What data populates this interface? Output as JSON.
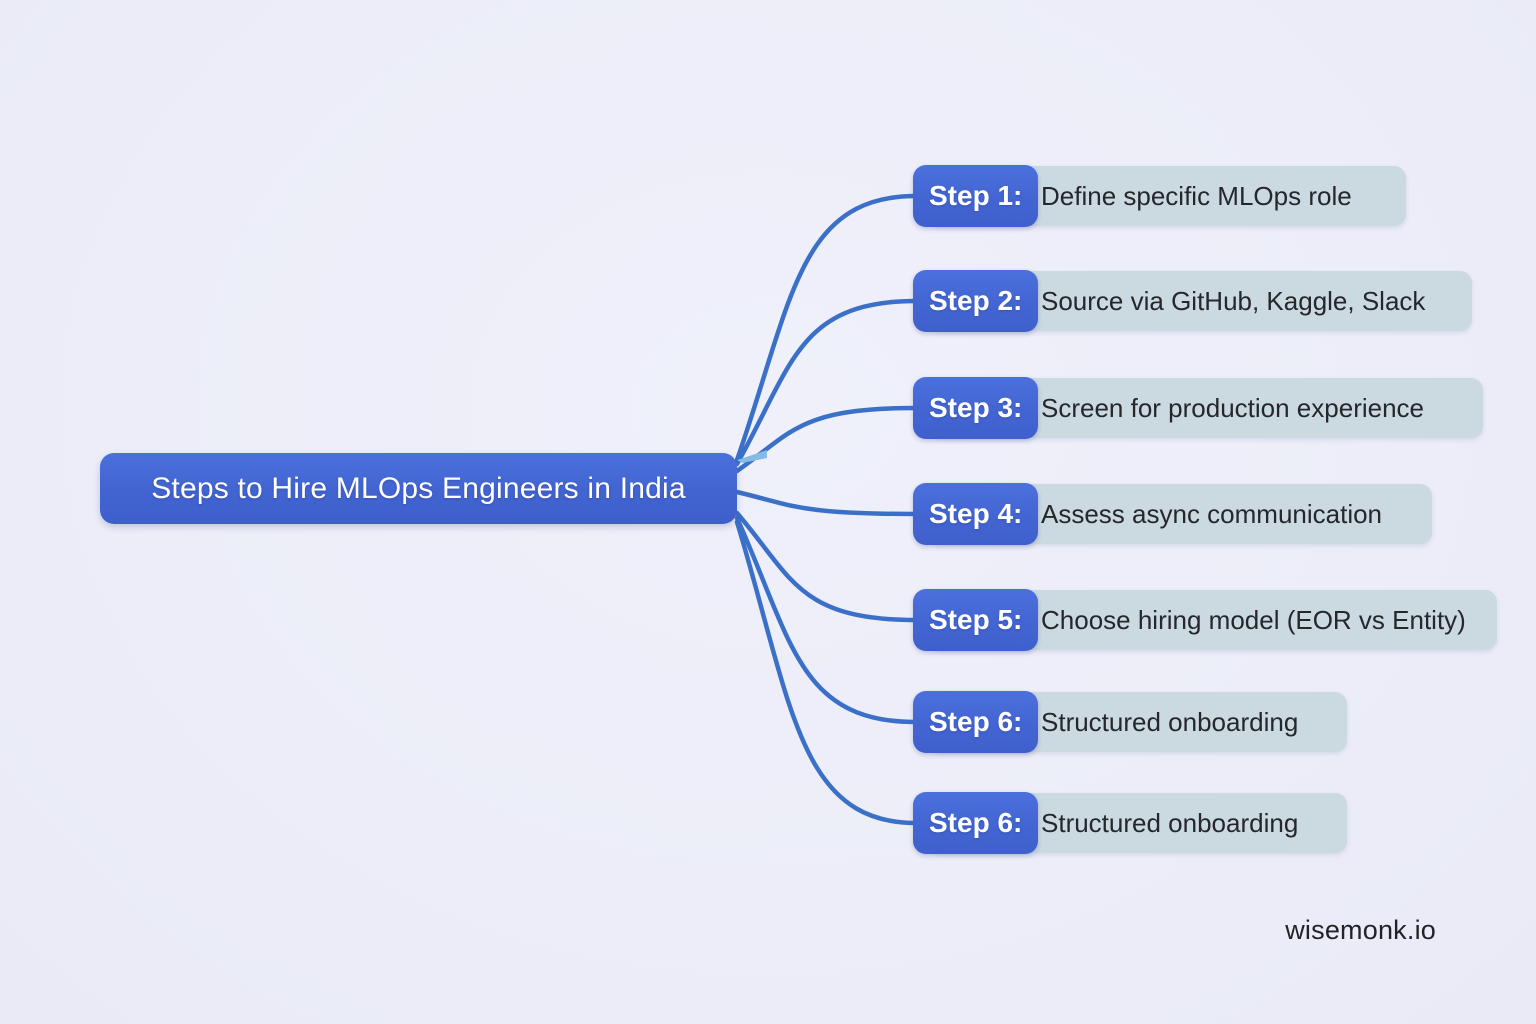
{
  "root": {
    "label": "Steps to Hire MLOps Engineers in India"
  },
  "steps": [
    {
      "badge": "Step 1:",
      "label": "Define specific MLOps role"
    },
    {
      "badge": "Step 2:",
      "label": "Source via GitHub, Kaggle, Slack"
    },
    {
      "badge": "Step 3:",
      "label": "Screen for production experience"
    },
    {
      "badge": "Step 4:",
      "label": "Assess async communication"
    },
    {
      "badge": "Step 5:",
      "label": "Choose hiring model (EOR vs Entity)"
    },
    {
      "badge": "Step 6:",
      "label": "Structured onboarding"
    },
    {
      "badge": "Step 6:",
      "label": "Structured onboarding"
    }
  ],
  "watermark": "wisemonk.io",
  "colors": {
    "background": "#ecedf8",
    "node_blue": "#4467d4",
    "panel_gray_blue": "#cbd9e1",
    "connector_blue": "#3b70c8",
    "label_text": "#25272b",
    "node_text": "#ffffff"
  }
}
